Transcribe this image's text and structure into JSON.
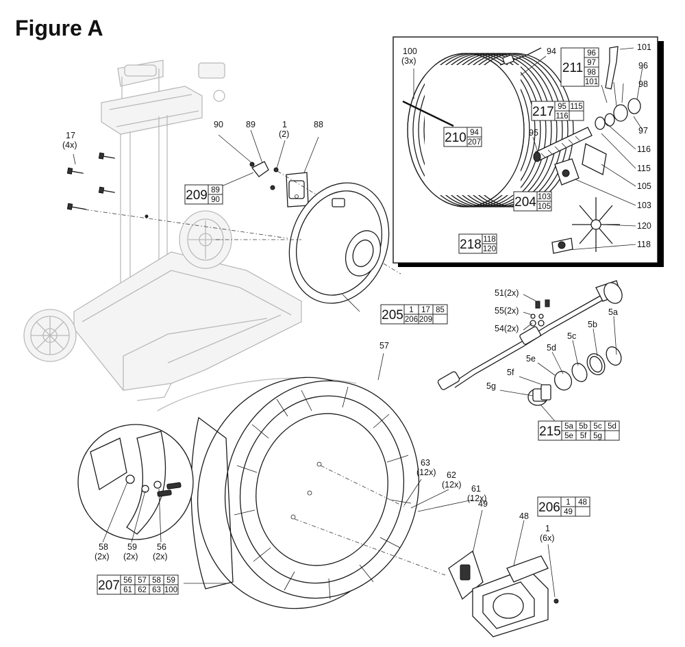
{
  "figure_title": "Figure A",
  "callouts": [
    {
      "id": "c-100",
      "text": "100"
    },
    {
      "id": "c-100q",
      "text": "(3x)"
    },
    {
      "id": "c-94",
      "text": "94"
    },
    {
      "id": "c-101",
      "text": "101"
    },
    {
      "id": "c-96",
      "text": "96"
    },
    {
      "id": "c-98",
      "text": "98"
    },
    {
      "id": "c-97",
      "text": "97"
    },
    {
      "id": "c-116",
      "text": "116"
    },
    {
      "id": "c-115",
      "text": "115"
    },
    {
      "id": "c-105",
      "text": "105"
    },
    {
      "id": "c-103",
      "text": "103"
    },
    {
      "id": "c-120",
      "text": "120"
    },
    {
      "id": "c-118",
      "text": "118"
    },
    {
      "id": "c-95",
      "text": "95"
    },
    {
      "id": "c-17",
      "text": "17"
    },
    {
      "id": "c-17q",
      "text": "(4x)"
    },
    {
      "id": "c-90",
      "text": "90"
    },
    {
      "id": "c-89",
      "text": "89"
    },
    {
      "id": "c-1a",
      "text": "1"
    },
    {
      "id": "c-1aq",
      "text": "(2)"
    },
    {
      "id": "c-88",
      "text": "88"
    },
    {
      "id": "c-51",
      "text": "51(2x)"
    },
    {
      "id": "c-55",
      "text": "55(2x)"
    },
    {
      "id": "c-54",
      "text": "54(2x)"
    },
    {
      "id": "c-5a",
      "text": "5a"
    },
    {
      "id": "c-5b",
      "text": "5b"
    },
    {
      "id": "c-5c",
      "text": "5c"
    },
    {
      "id": "c-5d",
      "text": "5d"
    },
    {
      "id": "c-5e",
      "text": "5e"
    },
    {
      "id": "c-5f",
      "text": "5f"
    },
    {
      "id": "c-5g",
      "text": "5g"
    },
    {
      "id": "c-57",
      "text": "57"
    },
    {
      "id": "c-63",
      "text": "63"
    },
    {
      "id": "c-63q",
      "text": "(12x)"
    },
    {
      "id": "c-62",
      "text": "62"
    },
    {
      "id": "c-62q",
      "text": "(12x)"
    },
    {
      "id": "c-61",
      "text": "61"
    },
    {
      "id": "c-61q",
      "text": "(12x)"
    },
    {
      "id": "c-49",
      "text": "49"
    },
    {
      "id": "c-48",
      "text": "48"
    },
    {
      "id": "c-1b",
      "text": "1"
    },
    {
      "id": "c-1bq",
      "text": "(6x)"
    },
    {
      "id": "c-58",
      "text": "58"
    },
    {
      "id": "c-58q",
      "text": "(2x)"
    },
    {
      "id": "c-59",
      "text": "59"
    },
    {
      "id": "c-59q",
      "text": "(2x)"
    },
    {
      "id": "c-56",
      "text": "56"
    },
    {
      "id": "c-56q",
      "text": "(2x)"
    }
  ],
  "kits": [
    {
      "id": "k211",
      "label": "211",
      "parts": [
        [
          "96"
        ],
        [
          "97"
        ],
        [
          "98"
        ],
        [
          "101"
        ]
      ]
    },
    {
      "id": "k217",
      "label": "217",
      "parts": [
        [
          "95",
          "115"
        ],
        [
          "116",
          ""
        ]
      ]
    },
    {
      "id": "k210",
      "label": "210",
      "parts": [
        [
          "94"
        ],
        [
          "207"
        ]
      ]
    },
    {
      "id": "k204",
      "label": "204",
      "parts": [
        [
          "103"
        ],
        [
          "105"
        ]
      ]
    },
    {
      "id": "k218",
      "label": "218",
      "parts": [
        [
          "118"
        ],
        [
          "120"
        ]
      ]
    },
    {
      "id": "k209",
      "label": "209",
      "parts": [
        [
          "89"
        ],
        [
          "90"
        ]
      ]
    },
    {
      "id": "k205",
      "label": "205",
      "parts": [
        [
          "1",
          "17",
          "85"
        ],
        [
          "206",
          "209",
          ""
        ]
      ]
    },
    {
      "id": "k215",
      "label": "215",
      "parts": [
        [
          "5a",
          "5b",
          "5c",
          "5d"
        ],
        [
          "5e",
          "5f",
          "5g",
          ""
        ]
      ]
    },
    {
      "id": "k206",
      "label": "206",
      "parts": [
        [
          "1",
          "48"
        ],
        [
          "49",
          ""
        ]
      ]
    },
    {
      "id": "k207",
      "label": "207",
      "parts": [
        [
          "56",
          "57",
          "58",
          "59"
        ],
        [
          "61",
          "62",
          "63",
          "100"
        ]
      ]
    }
  ]
}
